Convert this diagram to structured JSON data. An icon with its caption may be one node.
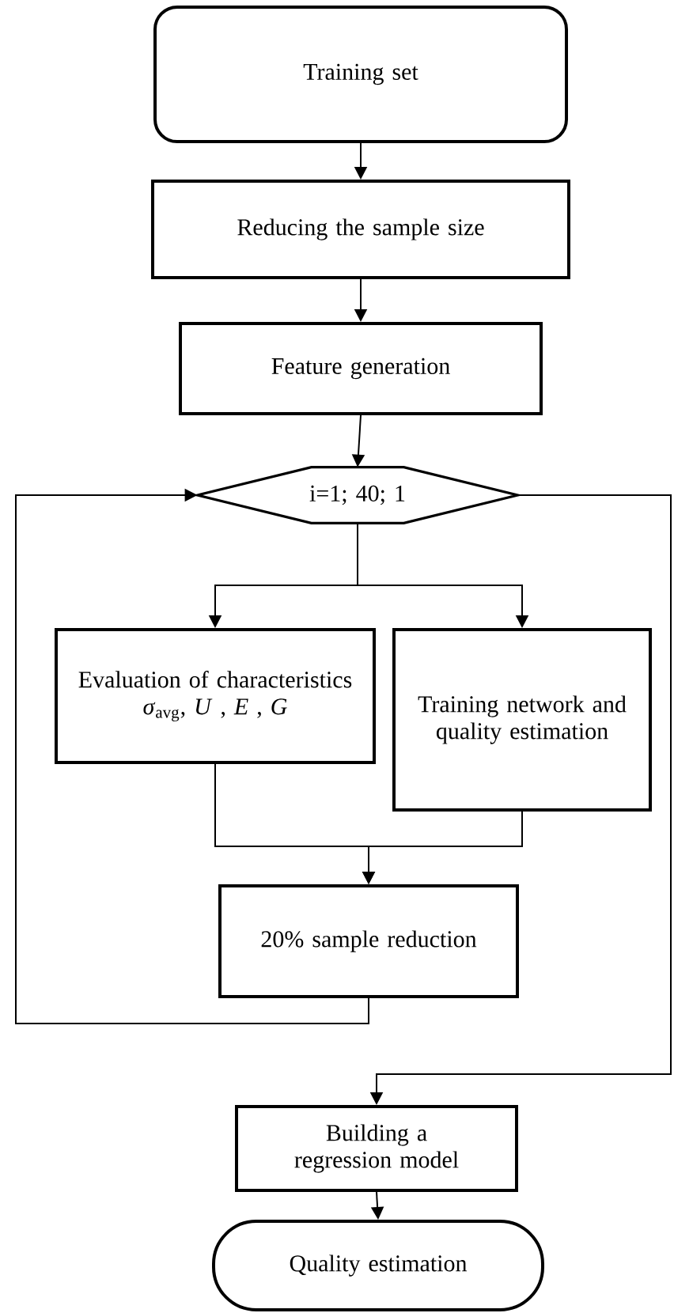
{
  "diagram": {
    "nodes": [
      {
        "text": [
          "Training set"
        ]
      },
      {
        "text": [
          "Reducing the sample size"
        ]
      },
      {
        "text": [
          "Feature generation"
        ]
      },
      {
        "text": [
          "i=1; 40; 1"
        ]
      },
      {
        "text": [
          "Evaluation of characteristics",
          "*σ*$_{avg}$, *U* , *E* , *G*"
        ]
      },
      {
        "text": [
          "Training network and quality estimation"
        ]
      },
      {
        "text": [
          "20% sample reduction"
        ]
      },
      {
        "text": [
          "Building a regression model"
        ]
      },
      {
        "text": [
          "Quality estimation"
        ]
      }
    ],
    "edges": [
      {
        "from": 0,
        "to": 1,
        "arrow": "to"
      },
      {
        "from": 1,
        "to": 2,
        "arrow": "to"
      },
      {
        "from": 2,
        "to": 3,
        "arrow": "to"
      },
      {
        "from": 3,
        "to": 4,
        "arrow": "to"
      },
      {
        "from": 3,
        "to": 5,
        "arrow": "to"
      },
      {
        "from": 4,
        "to": 6,
        "arrow": "to"
      },
      {
        "from": 5,
        "to": 6,
        "arrow": "to"
      },
      {
        "from": 6,
        "to": 3,
        "arrow": "to"
      },
      {
        "from": 3,
        "to": 7,
        "arrow": "to"
      },
      {
        "from": 7,
        "to": 8,
        "arrow": "to"
      }
    ]
  }
}
